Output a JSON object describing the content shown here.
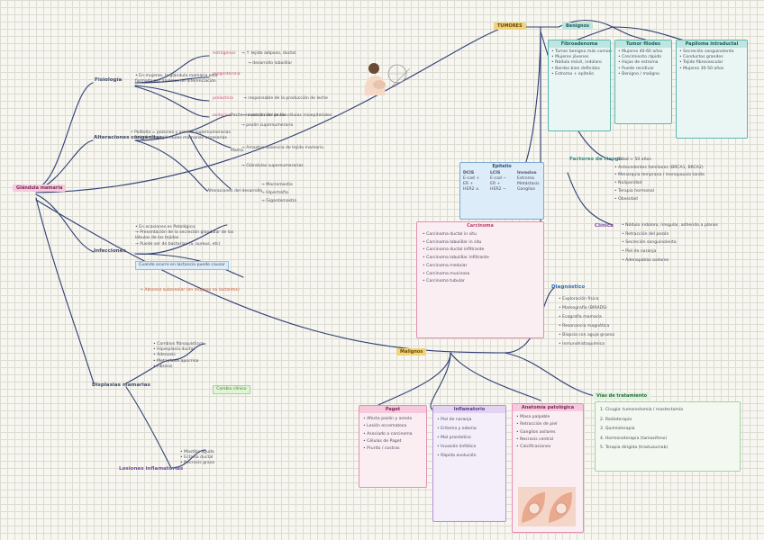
{
  "palette": {
    "connector": "#2f3f73",
    "pink": "#e58fb0",
    "teal": "#5bb7ae",
    "blue": "#8cc4e6",
    "green": "#9fd6a4",
    "yellow": "#f2d27a",
    "purple": "#b48fd6"
  },
  "root": {
    "label": "Glándula mamaria"
  },
  "tumores": {
    "label": "TUMORES"
  },
  "benignos": {
    "label": "Benignos"
  },
  "malignos": {
    "label": "Malignos"
  },
  "fisiologia": {
    "label": "Fisiología",
    "lines": [
      "• En mujeres, la glándula mamaria está",
      "formada por alvéolos de diferenciación"
    ],
    "items": [
      {
        "label": "estrógenos",
        "detail": "→ ↑ tejido adiposo, ductal"
      },
      {
        "label": "progesterona",
        "detail": "→ desarrollo lobulillar"
      },
      {
        "label": "prolactina",
        "detail": "→ responsable de la producción de leche"
      },
      {
        "label": "oxitocina",
        "detail": "→ contracción de las células mioepiteliales"
      }
    ]
  },
  "alteraciones": {
    "label": "Alteraciones congénitas",
    "lines": [
      "• Politelia = pezones y areolas supernumerarias",
      "• Polimastia = glándulas mamarias accesorias"
    ],
    "sublabels": [
      "Pezón",
      "Mama",
      "Alteraciones del desarrollo"
    ],
    "details": [
      "→ inversión del pezón",
      "→ pezón supernumerario",
      "→ Amastia: ausencia de tejido mamario",
      "→ Glándulas supernumerarias",
      "→ Macromastia",
      "→ Hipertrofia",
      "→ Gigantomastia"
    ]
  },
  "infecciones": {
    "label": "Infecciones",
    "lines": [
      "• En ocasiones es Patológica:",
      "→ Presentación de la secreción glandular de los",
      "   lóbulos de los tejidos",
      "→ Puede ser de bacterias (S. aureus, etc)"
    ],
    "tag": "Cuando ocurre en lactancia puede causar",
    "abscess": "→ Absceso subareolar (en mujeres no lactantes)"
  },
  "displasias": {
    "label": "Displasias mamarias",
    "lines": [
      "• Cambios fibroquísticos",
      "• Hiperplasia ductal",
      "• Adenosis",
      "• Metaplasia apocrina",
      "• Fibrosis"
    ],
    "tag": "Cambio clínico"
  },
  "inflamatorias": {
    "label": "Lesiones inflamatorias",
    "lines": [
      "• Mastitis aguda",
      "• Ectasia ductal",
      "• Necrosis grasa"
    ]
  },
  "benign_cards": [
    {
      "title": "Fibroadenoma",
      "lines": [
        "• Tumor benigno más común",
        "• Mujeres jóvenes",
        "• Nódulo móvil, indoloro",
        "• Bordes bien definidos",
        "• Estroma + epitelio"
      ]
    },
    {
      "title": "Tumor filodes",
      "lines": [
        "• Mujeres 40-60 años",
        "• Crecimiento rápido",
        "• Hojas de estroma",
        "• Puede recidivar",
        "• Benigno / maligno"
      ]
    },
    {
      "title": "Papiloma intraductal",
      "lines": [
        "• Secreción sanguinolenta",
        "• Conductos grandes",
        "• Tejido fibrovascular",
        "• Mujeres 30-50 años"
      ]
    }
  ],
  "carcinoma_box": {
    "title": "Carcinoma",
    "lines": [
      "• Carcinoma ductal in situ",
      "• Carcinoma lobulillar in situ",
      "• Carcinoma ductal infiltrante",
      "• Carcinoma lobulillar infiltrante",
      "• Carcinoma medular",
      "• Carcinoma mucinoso",
      "• Carcinoma tubular"
    ]
  },
  "table_box": {
    "title": "Epitelio",
    "cols": [
      "DCIS",
      "LCIS",
      "Invasivo"
    ],
    "rows": [
      [
        "E-cad +",
        "E-cad −",
        "Estroma"
      ],
      [
        "ER +",
        "ER +",
        "Metástasis"
      ],
      [
        "HER2 ±",
        "HER2 −",
        "Ganglios"
      ]
    ]
  },
  "factores": {
    "label": "Factores de riesgo",
    "lines": [
      "• Edad > 50 años",
      "• Antecedentes familiares (BRCA1, BRCA2)",
      "• Menarquia temprana / menopausia tardía",
      "• Nuliparidad",
      "• Terapia hormonal",
      "• Obesidad"
    ]
  },
  "clinica": {
    "label": "Clínica",
    "lines": [
      "• Nódulo indoloro, irregular, adherido a planos",
      "• Retracción del pezón",
      "• Secreción sanguinolenta",
      "• Piel de naranja",
      "• Adenopatías axilares"
    ]
  },
  "diagnostico": {
    "label": "Diagnóstico",
    "lines": [
      "• Exploración física",
      "• Mamografía (BIRADS)",
      "• Ecografía mamaria",
      "• Resonancia magnética",
      "• Biopsia con aguja gruesa",
      "• Inmunohistoquímica"
    ]
  },
  "tratamiento": {
    "label": "Vías de tratamiento",
    "lines": [
      "1. Cirugía: tumorectomía / mastectomía",
      "2. Radioterapia",
      "3. Quimioterapia",
      "4. Hormonoterapia (tamoxifeno)",
      "5. Terapia dirigida (trastuzumab)"
    ]
  },
  "malignant_cards": [
    {
      "title": "Paget",
      "lines": [
        "• Afecta pezón y areola",
        "• Lesión eccematosa",
        "• Asociado a carcinoma",
        "• Células de Paget",
        "• Prurito / costras"
      ]
    },
    {
      "title": "Inflamatorio",
      "lines": [
        "• Piel de naranja",
        "• Eritema y edema",
        "• Mal pronóstico",
        "• Invasión linfática",
        "• Rápida evolución"
      ]
    },
    {
      "title": "Anatomía patológica",
      "lines": [
        "• Masa palpable",
        "• Retracción de piel",
        "• Ganglios axilares",
        "• Necrosis central",
        "• Calcificaciones"
      ]
    }
  ]
}
